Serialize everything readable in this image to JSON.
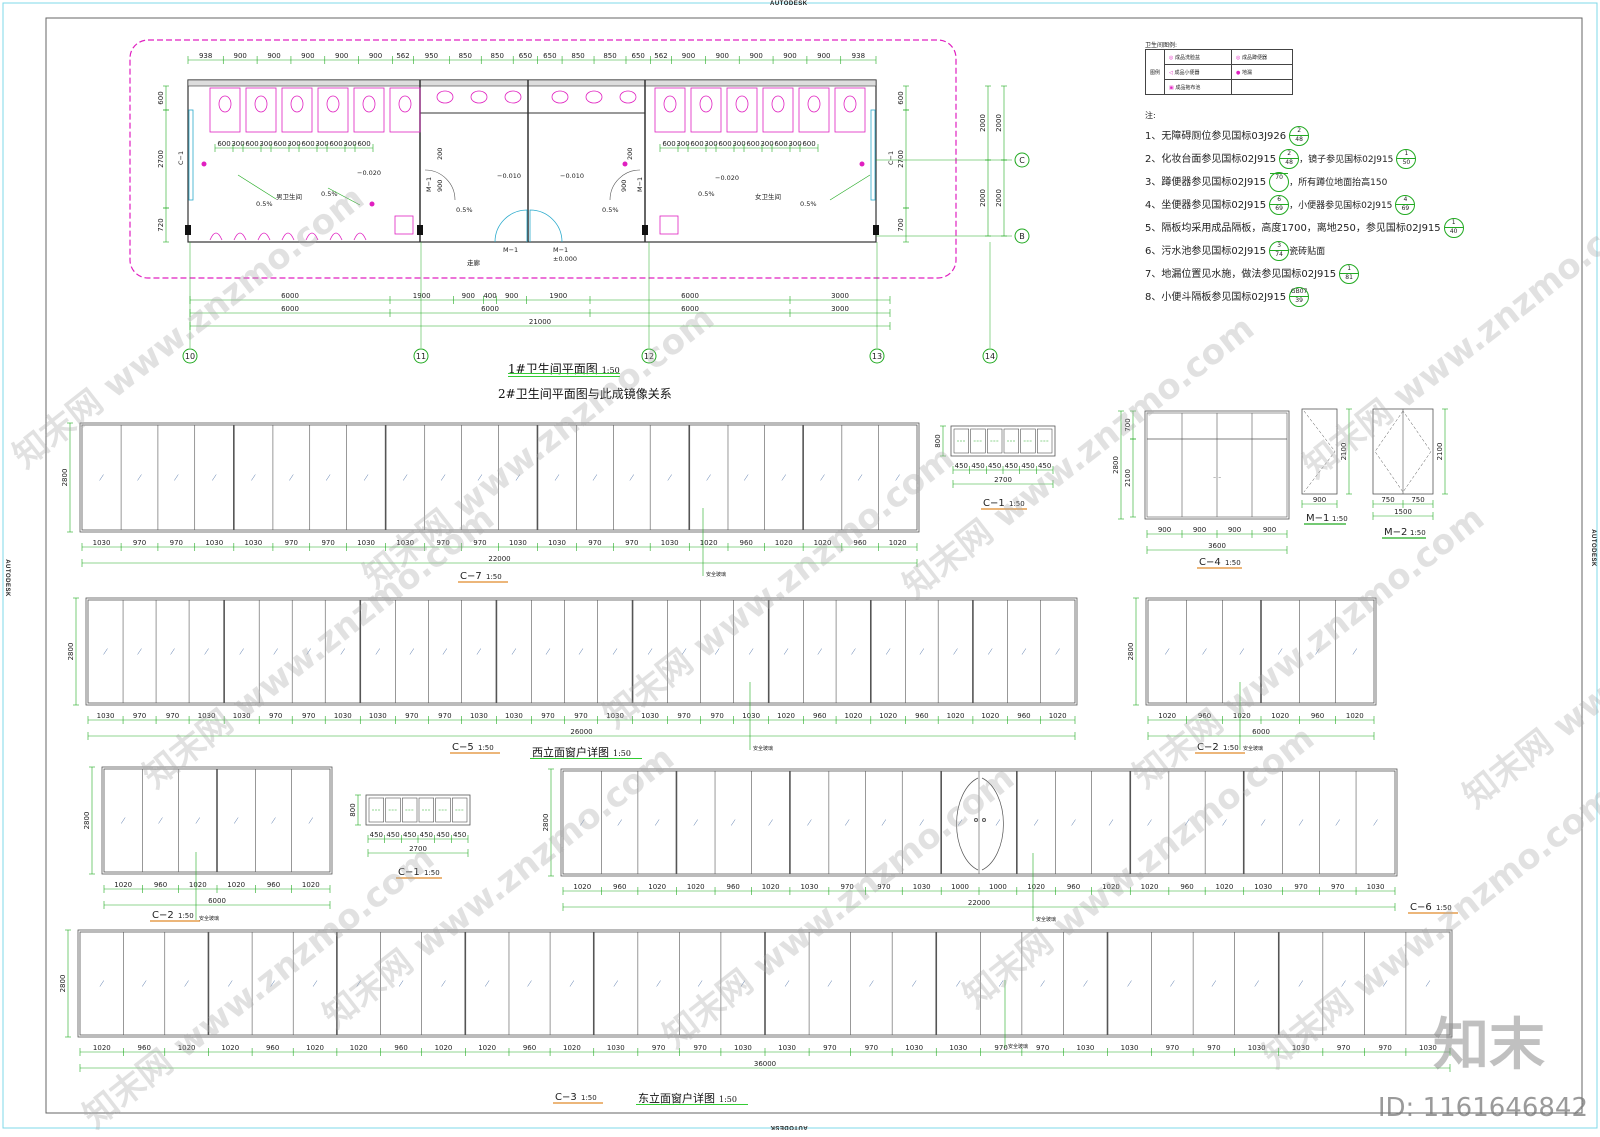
{
  "sheet": {
    "autodesk": "AUTODESK",
    "brand": "知末",
    "image_id": "ID: 1161646842",
    "watermark": "知末网 www.znzmo.com"
  },
  "plan": {
    "title": "1#卫生间平面图",
    "scale": "1:50",
    "subtitle": "2#卫生间平面图与此成镜像关系",
    "top_dims": [
      "938",
      "900",
      "900",
      "900",
      "900",
      "900",
      "562",
      "950",
      "850",
      "850",
      "650",
      "650",
      "850",
      "850",
      "650",
      "562",
      "900",
      "900",
      "900",
      "900",
      "900",
      "938"
    ],
    "stall_dims": [
      "600",
      "300",
      "600",
      "300",
      "600",
      "300",
      "600",
      "300",
      "600",
      "300",
      "600"
    ],
    "stall_dims_right": [
      "600",
      "300",
      "600",
      "300",
      "600",
      "300",
      "600",
      "300",
      "600",
      "300",
      "600"
    ],
    "left_vert": [
      "600",
      "2700",
      "720"
    ],
    "right_vert": [
      "600",
      "2700",
      "700"
    ],
    "right_dims": [
      "2000",
      "2000",
      "2000",
      "2000"
    ],
    "bottom_row1": [
      "6000",
      "1900",
      "900",
      "400",
      "900",
      "1900",
      "6000",
      "3000"
    ],
    "bottom_row2": [
      "6000",
      "6000",
      "6000",
      "3000"
    ],
    "bottom_total": "21000",
    "axes": [
      "10",
      "11",
      "12",
      "13",
      "14"
    ],
    "axes_side": [
      "C",
      "B"
    ],
    "labels": {
      "male": "男卫生间",
      "female": "女卫生间",
      "corridor": "走廊",
      "door_m1a": "M−1",
      "door_m1b": "M−1",
      "elev": "±0.000",
      "c1_left": "C−1",
      "c1_right": "C−1",
      "m1_left": "M−1",
      "m1_right": "M−1",
      "slope1": "0.5%",
      "slope2": "0.5%",
      "slope3": "0.5%",
      "slope4": "0.5%",
      "slope5": "0.5%",
      "slope6": "0.5%",
      "lvl1": "−0.020",
      "lvl2": "−0.010",
      "lvl3": "−0.010",
      "lvl4": "−0.020",
      "d200a": "200",
      "d200b": "200",
      "d900a": "900",
      "d900b": "900"
    }
  },
  "legend": {
    "title": "卫生间图例:",
    "col_head": "图例",
    "items": [
      "成品洗脸盆",
      "成品小便器",
      "成品拖布池",
      "成品蹲便器",
      "地漏"
    ]
  },
  "notes": {
    "header": "注:",
    "items": [
      {
        "text": "1、无障碍厕位参见国标03J926",
        "ref": [
          "2",
          "48"
        ]
      },
      {
        "text": "2、化妆台面参见国标02J915",
        "ref": [
          "2",
          "48"
        ],
        "extra": "，镜子参见国标02J915",
        "ref2": [
          "1",
          "50"
        ]
      },
      {
        "text": "3、蹲便器参见国标02J915",
        "ref": [
          "",
          "70"
        ],
        "extra": "，所有蹲位地面抬高150"
      },
      {
        "text": "4、坐便器参见国标02J915",
        "ref": [
          "6",
          "69"
        ],
        "extra": "，小便器参见国标02J915",
        "ref2": [
          "4",
          "69"
        ]
      },
      {
        "text": "5、隔板均采用成品隔板，高度1700，离地250，参见国标02J915",
        "ref": [
          "1",
          "40"
        ]
      },
      {
        "text": "6、污水池参见国标02J915",
        "ref": [
          "3",
          "74"
        ],
        "extra": "瓷砖贴面"
      },
      {
        "text": "7、地漏位置见水施，做法参见国标02J915",
        "ref": [
          "1",
          "81"
        ]
      },
      {
        "text": "8、小便斗隔板参见国标02J915",
        "ref": [
          "GB07",
          "39"
        ]
      }
    ]
  },
  "elevations": {
    "west_title": "西立面窗户详图",
    "east_title": "东立面窗户详图",
    "scale": "1:50",
    "safety": "安全玻璃",
    "height_2800": "2800",
    "c7": {
      "name": "C−7",
      "dims": [
        "1030",
        "970",
        "970",
        "1030",
        "1030",
        "970",
        "970",
        "1030",
        "1030",
        "970",
        "970",
        "1030",
        "1030",
        "970",
        "970",
        "1030",
        "1020",
        "960",
        "1020",
        "1020",
        "960",
        "1020"
      ],
      "total": "22000"
    },
    "c1": {
      "name": "C−1",
      "dims": [
        "450",
        "450",
        "450",
        "450",
        "450",
        "450"
      ],
      "total": "2700",
      "h": "800"
    },
    "c4": {
      "name": "C−4",
      "dims": [
        "900",
        "900",
        "900",
        "900"
      ],
      "total": "3600",
      "h1": "700",
      "h2": "2100",
      "h": "2800"
    },
    "m1": {
      "name": "M−1",
      "w": "900",
      "h": "2100"
    },
    "m2": {
      "name": "M−2",
      "dims": [
        "750",
        "750"
      ],
      "total": "1500",
      "h": "2100"
    },
    "c5": {
      "name": "C−5",
      "dims": [
        "1030",
        "970",
        "970",
        "1030",
        "1030",
        "970",
        "970",
        "1030",
        "1030",
        "970",
        "970",
        "1030",
        "1030",
        "970",
        "970",
        "1030",
        "1030",
        "970",
        "970",
        "1030",
        "1020",
        "960",
        "1020",
        "1020",
        "960",
        "1020",
        "1020",
        "960",
        "1020"
      ],
      "total": "26000"
    },
    "c2a": {
      "name": "C−2",
      "dims": [
        "1020",
        "960",
        "1020",
        "1020",
        "960",
        "1020"
      ],
      "total": "6000"
    },
    "c2b": {
      "name": "C−2",
      "dims": [
        "1020",
        "960",
        "1020",
        "1020",
        "960",
        "1020"
      ],
      "total": "6000"
    },
    "c1b": {
      "name": "C−1",
      "dims": [
        "450",
        "450",
        "450",
        "450",
        "450",
        "450"
      ],
      "total": "2700",
      "h": "800"
    },
    "c6": {
      "name": "C−6",
      "dims": [
        "1020",
        "960",
        "1020",
        "1020",
        "960",
        "1020",
        "1030",
        "970",
        "970",
        "1030",
        "1000",
        "1000",
        "1020",
        "960",
        "1020",
        "1020",
        "960",
        "1020",
        "1030",
        "970",
        "970",
        "1030"
      ],
      "total": "22000"
    },
    "c3": {
      "name": "C−3",
      "dims": [
        "1020",
        "960",
        "1020",
        "1020",
        "960",
        "1020",
        "1020",
        "960",
        "1020",
        "1020",
        "960",
        "1020",
        "1030",
        "970",
        "970",
        "1030",
        "1030",
        "970",
        "970",
        "1030",
        "1030",
        "970",
        "970",
        "1030",
        "1030",
        "970",
        "970",
        "1030",
        "1030",
        "970",
        "970",
        "1030"
      ],
      "total": "36000"
    }
  }
}
